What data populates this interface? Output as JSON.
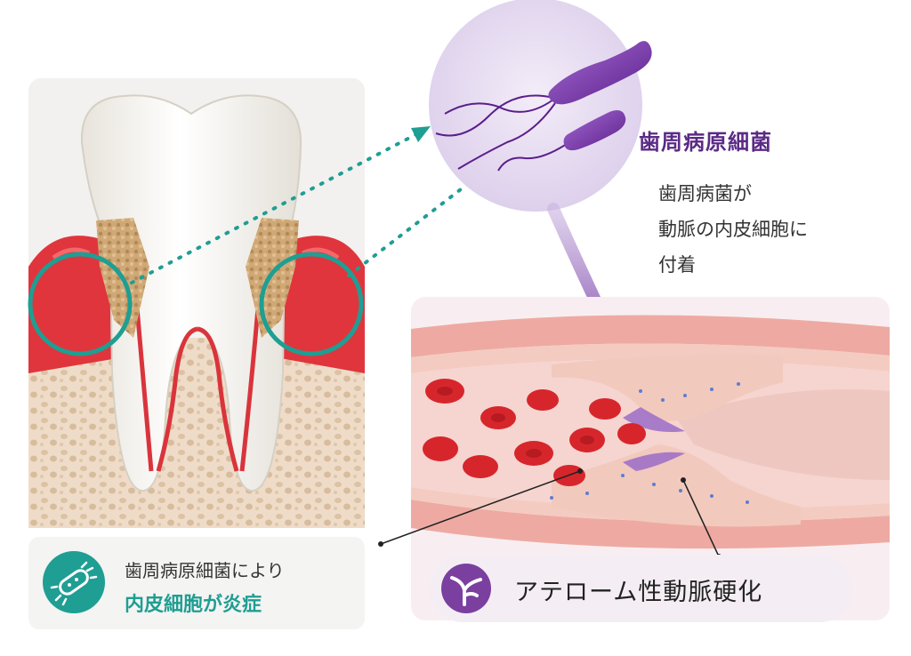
{
  "bacteria": {
    "title": "歯周病原細菌",
    "description": [
      "歯周病菌が",
      "動脈の内皮細胞に",
      "付着"
    ]
  },
  "inflammation_caption": {
    "line1": "歯周病原細菌により",
    "line2": "内皮細胞が炎症"
  },
  "atherosclerosis_caption": {
    "label": "アテローム性動脈硬化"
  },
  "colors": {
    "teal": "#1f9e93",
    "purple": "#7b3fa0",
    "title_purple": "#5b2a86",
    "gum_red": "#e0353d"
  },
  "icons": {
    "bacteria_icon": "bacteria-icon",
    "artery_icon": "artery-branch-icon"
  }
}
